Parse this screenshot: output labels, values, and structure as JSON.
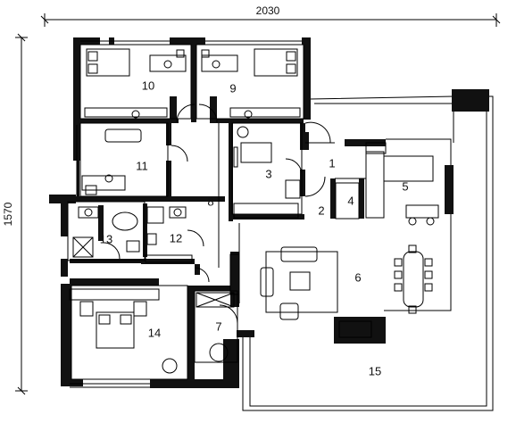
{
  "dimensions": {
    "width": "2030",
    "height": "1570"
  },
  "rooms": [
    {
      "id": "1",
      "label": "1"
    },
    {
      "id": "2",
      "label": "2"
    },
    {
      "id": "3",
      "label": "3"
    },
    {
      "id": "4",
      "label": "4"
    },
    {
      "id": "5",
      "label": "5"
    },
    {
      "id": "6",
      "label": "6"
    },
    {
      "id": "7",
      "label": "7"
    },
    {
      "id": "8",
      "label": "8"
    },
    {
      "id": "9",
      "label": "9"
    },
    {
      "id": "10",
      "label": "10"
    },
    {
      "id": "11",
      "label": "11"
    },
    {
      "id": "12",
      "label": "12"
    },
    {
      "id": "13",
      "label": "13"
    },
    {
      "id": "14",
      "label": "14"
    },
    {
      "id": "15",
      "label": "15"
    }
  ]
}
